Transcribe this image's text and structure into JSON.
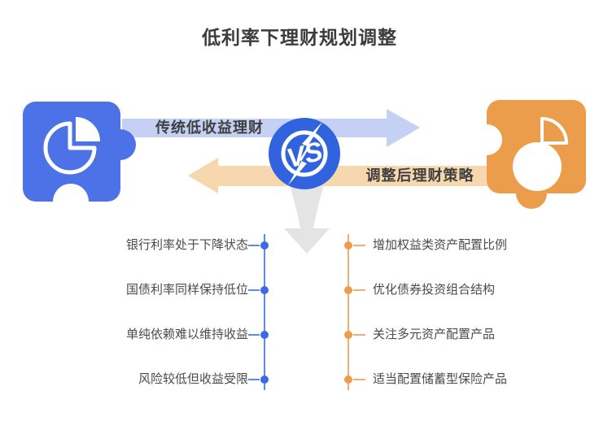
{
  "title": "低利率下理财规划调整",
  "versus": {
    "badge": "VS",
    "top_arrow_label": "传统低收益理财",
    "bottom_arrow_label": "调整后理财策略"
  },
  "traditional": {
    "items": [
      "银行利率处于下降状态",
      "国债利率同样保持低位",
      "单纯依赖难以维持收益",
      "风险较低但收益受限"
    ]
  },
  "adjusted": {
    "items": [
      "增加权益类资产配置比例",
      "优化债券投资组合结构",
      "关注多元资产配置产品",
      "适当配置储蓄型保险产品"
    ]
  },
  "icons": {
    "left_icon": "pie-chart-puzzle-piece-icon",
    "right_icon": "pie-chart-puzzle-piece-icon",
    "center_icon": "vs-lightning-badge-icon",
    "down_icon": "down-arrow-icon"
  },
  "colors": {
    "puzzle_blue": "#4D72E8",
    "badge_blue": "#3263DF",
    "arrow_light_blue": "#C4D1F5",
    "puzzle_orange": "#EC9D4B",
    "arrow_light_orange": "#F7D7AD",
    "gray_arrow": "#E4E4E4",
    "title_text": "#3C3C3C",
    "body_text": "#4A4A4A"
  }
}
